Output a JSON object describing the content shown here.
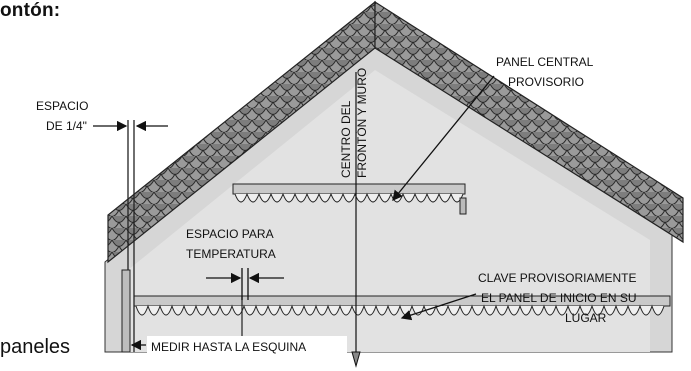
{
  "header_fragment": "ontón:",
  "footer_fragment": "paneles",
  "labels": {
    "spacing_quarter_line1": "ESPACIO",
    "spacing_quarter_line2": "DE 1/4\"",
    "center_line1": "CENTRO DEL",
    "center_line2": "FRONTÓN Y MURO",
    "central_panel_line1": "PANEL CENTRAL",
    "central_panel_line2": "PROVISORIO",
    "temp_line1": "ESPACIO PARA",
    "temp_line2": "TEMPERATURA",
    "clave_line1": "CLAVE PROVISORIAMENTE",
    "clave_line2": "EL PANEL DE INICIO EN SU",
    "clave_line3": "LUGAR",
    "measure": "MEDIR HASTA LA ESQUINA"
  },
  "colors": {
    "wall": "#d6d6d6",
    "wall_inner": "#e3e3e3",
    "shingle": "#8a8a8a",
    "outline": "#222222"
  }
}
